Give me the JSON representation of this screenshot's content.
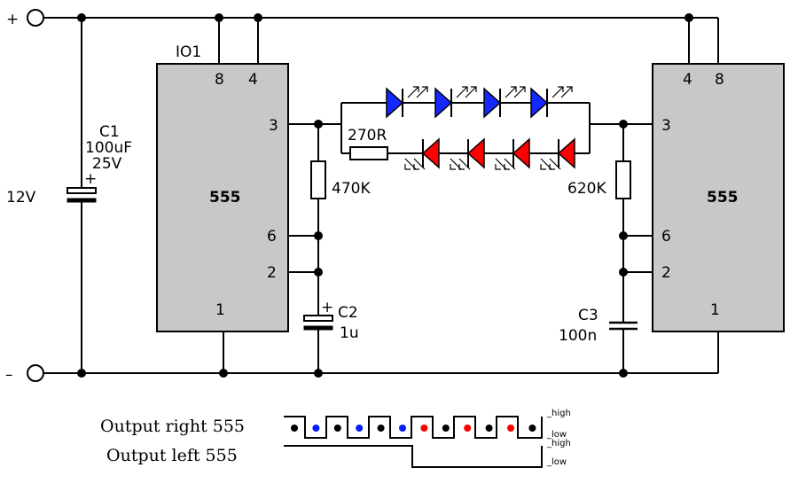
{
  "power": {
    "plus": "+",
    "minus": "–",
    "voltage": "12V"
  },
  "left_ic": {
    "ref": "IO1",
    "name": "555",
    "pins": [
      "8",
      "4",
      "3",
      "6",
      "2",
      "1"
    ]
  },
  "right_ic": {
    "name": "555",
    "pins": [
      "4",
      "8",
      "3",
      "6",
      "2",
      "1"
    ]
  },
  "c1": {
    "ref": "C1",
    "value": "100uF",
    "rating": "25V"
  },
  "c2": {
    "ref": "C2",
    "value": "1u"
  },
  "c3": {
    "ref": "C3",
    "value": "100n"
  },
  "r_led": {
    "value": "270R"
  },
  "r_left": {
    "value": "470K"
  },
  "r_right": {
    "value": "620K"
  },
  "leds": {
    "top_color": "#1428ff",
    "bottom_color": "#ff0000"
  },
  "polarity": {
    "plus": "+"
  },
  "timing": {
    "right_label": "Output right 555",
    "left_label": "Output  left 555",
    "high": "_high",
    "low": "_low",
    "dots": [
      "black",
      "blue",
      "black",
      "blue",
      "black",
      "blue",
      "red",
      "black",
      "red",
      "black",
      "red",
      "black"
    ],
    "colors": {
      "black": "#000000",
      "blue": "#0020ff",
      "red": "#ff0000"
    }
  }
}
